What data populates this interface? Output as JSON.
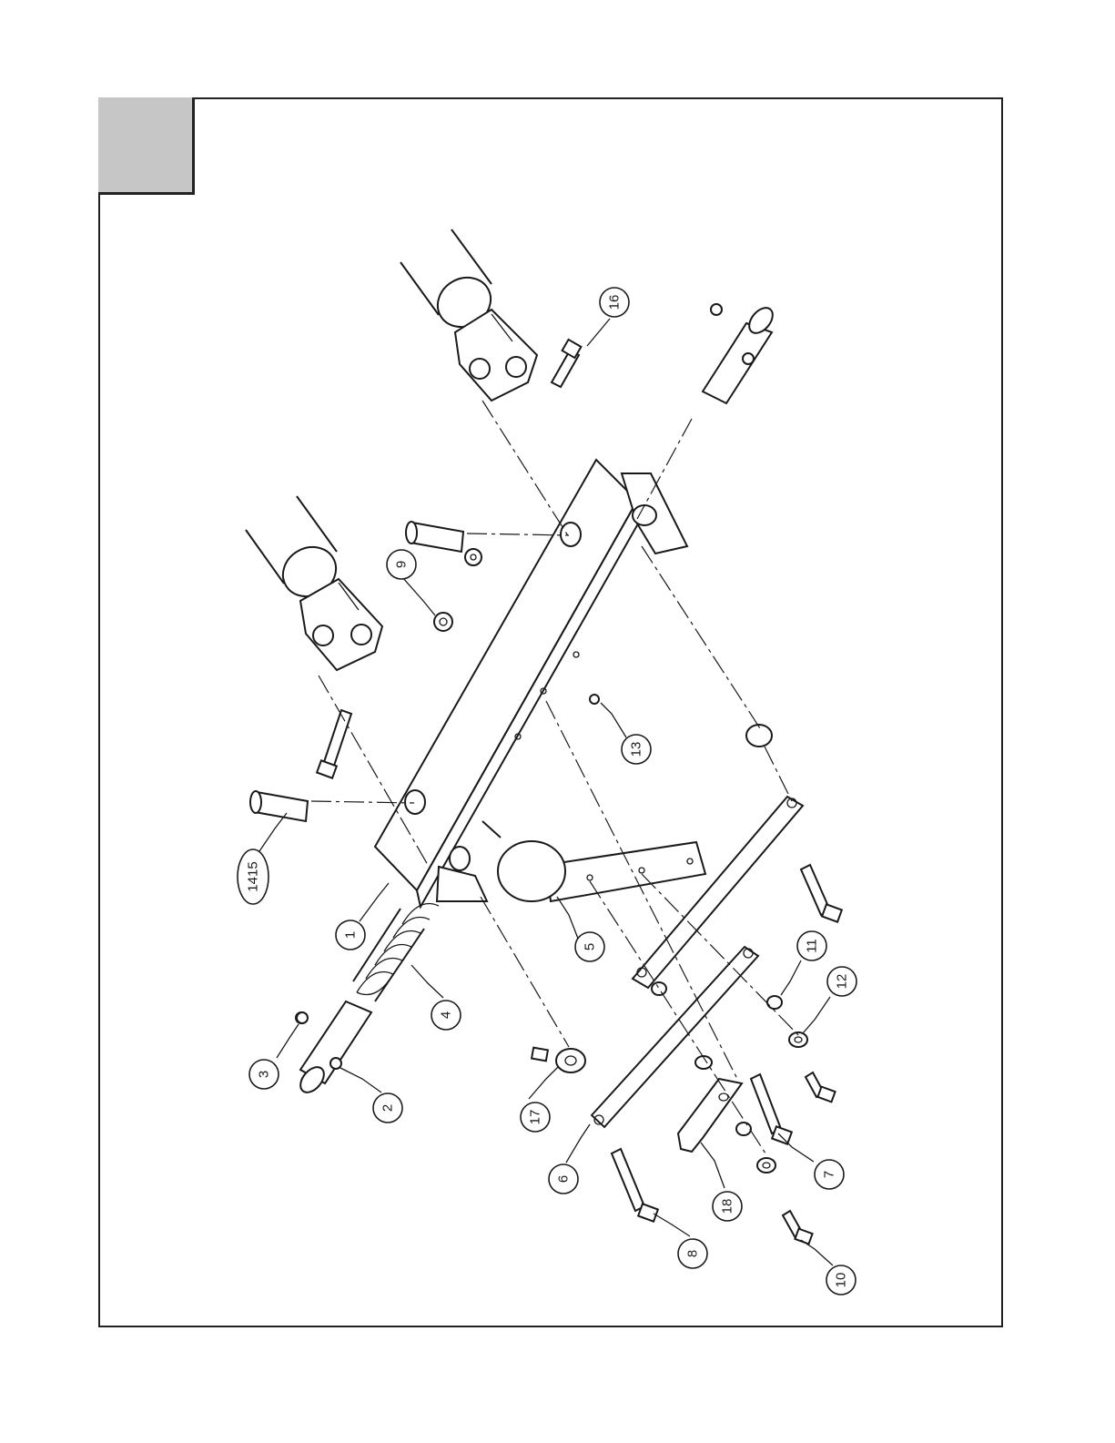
{
  "figure": {
    "callouts": [
      "1",
      "2",
      "3",
      "4",
      "5",
      "6",
      "7",
      "8",
      "9",
      "10",
      "11",
      "12",
      "13",
      "1415",
      "16",
      "17",
      "18"
    ]
  }
}
